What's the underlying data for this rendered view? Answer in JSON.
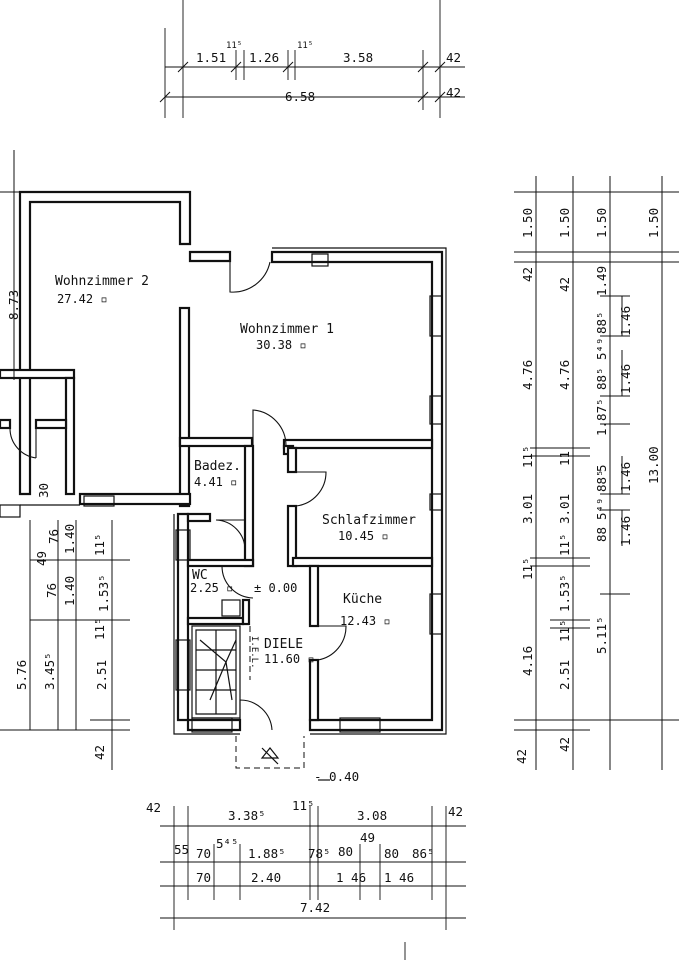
{
  "rooms": {
    "wohnzimmer2": {
      "name": "Wohnzimmer 2",
      "area": "27.42 ▫"
    },
    "wohnzimmer1": {
      "name": "Wohnzimmer 1",
      "area": "30.38 ▫"
    },
    "badezimmer": {
      "name": "Badez.",
      "area": "4.41 ▫"
    },
    "schlafzimmer": {
      "name": "Schlafzimmer",
      "area": "10.45 ▫"
    },
    "wc": {
      "name": "WC",
      "area": "2.25 ▫"
    },
    "kueche": {
      "name": "Küche",
      "area": "12.43 ▫"
    },
    "diele": {
      "name": "DIELE",
      "area": "11.60 ▫"
    }
  },
  "levels": {
    "floor": "± 0.00",
    "entrance": "- 0.40"
  },
  "dims_top": {
    "row1": [
      "1.51",
      "11⁵",
      "1.26",
      "11⁵",
      "3.58",
      "42"
    ],
    "row2": [
      "6.58",
      "42"
    ]
  },
  "dims_right_a": [
    "1.50",
    "42",
    "4.76",
    "11⁵",
    "3.01",
    "11⁵",
    "4.16",
    "42"
  ],
  "dims_right_b": [
    "1.50",
    "42",
    "4.76",
    "11",
    "3.01",
    "11⁵",
    "1.53⁵",
    "11⁵",
    "2.51",
    "42"
  ],
  "dims_right_c": [
    "1.50",
    "1.49",
    "88⁵",
    "5⁴⁹",
    "88⁵",
    "1.87⁵",
    "5",
    "88⁵",
    "5⁴⁹",
    "88",
    "5.11⁵"
  ],
  "dims_right_d": [
    "1.46",
    "1.46",
    "1.46",
    "1.46"
  ],
  "dims_right_total": [
    "1.50",
    "13.00"
  ],
  "dims_left": [
    "8.73",
    "30",
    "49",
    "76",
    "1.40",
    "11⁵",
    "76",
    "1.40",
    "1.53⁵",
    "11⁵",
    "5.76",
    "3.45⁵",
    "2.51",
    "42"
  ],
  "dims_bottom": {
    "row1": [
      "42",
      "3.38⁵",
      "11⁵",
      "3.08",
      "42"
    ],
    "row2": [
      "55",
      "70",
      "5⁴⁵",
      "1.88⁵",
      "78⁵",
      "80",
      "49",
      "80",
      "86⁵"
    ],
    "row3": [
      "70",
      "2.40",
      "1 46",
      "1 46"
    ],
    "row4": [
      "7.42"
    ]
  },
  "stairs_label": "I.E.L."
}
